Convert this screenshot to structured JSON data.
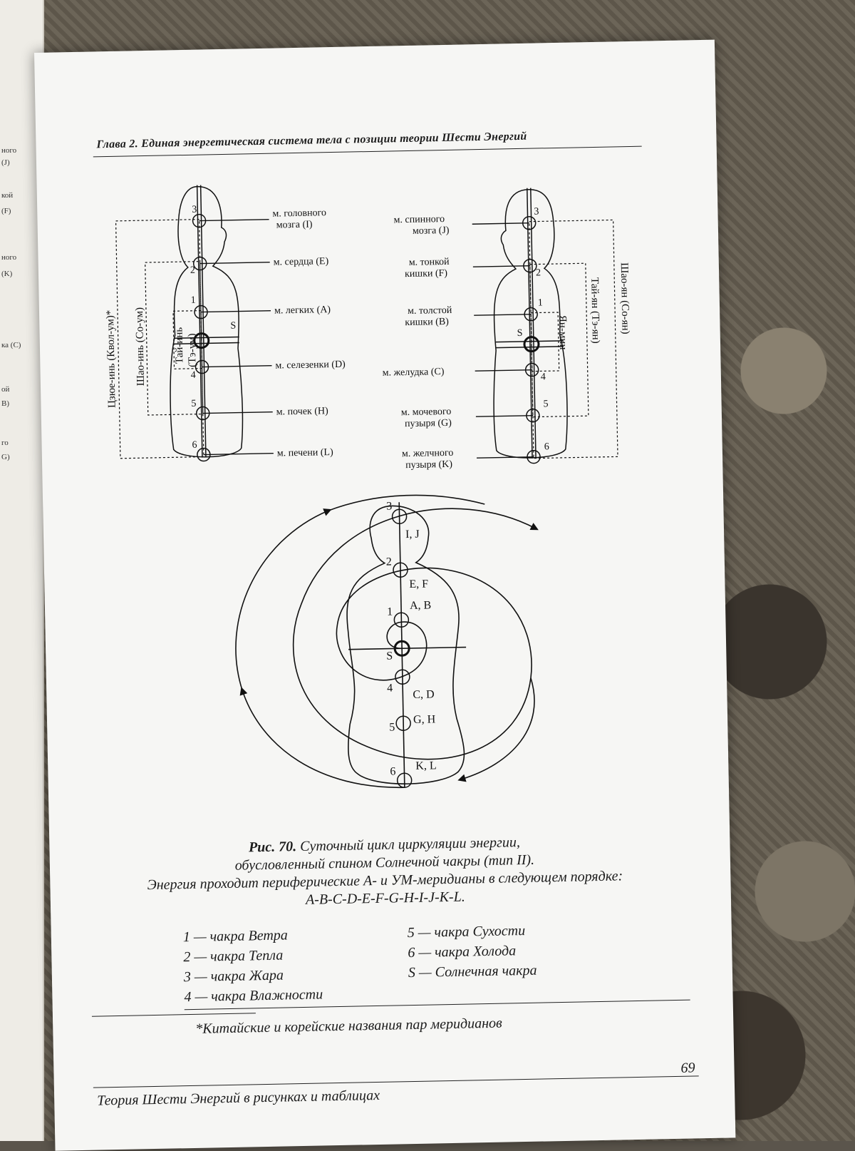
{
  "header": {
    "title": "Глава 2. Единая энергетическая система тела с позиции теории Шести Энергий"
  },
  "diagram": {
    "left_labels": [
      "м. головного",
      "мозга (I)",
      "м. сердца (E)",
      "м. легких (A)",
      "м. селезенки (D)",
      "м. почек (H)",
      "м. печени (L)"
    ],
    "left_vertical": [
      "Цзюе-инь (Квол-ум)*",
      "Шао-инь (Со-ум)",
      "Тай-инь",
      "(Тэ-ум)"
    ],
    "right_labels": [
      "м. спинного",
      "мозга (J)",
      "м. тонкой",
      "кишки (F)",
      "м. толстой",
      "кишки (B)",
      "м. желудка (C)",
      "м. мочевого",
      "пузыря (G)",
      "м. желчного",
      "пузыря (K)"
    ],
    "right_vertical": [
      "Шао-ян (Со-ян)",
      "Тай-ян (Тэ-ян)",
      "Ян-мин"
    ],
    "chakra_numbers": [
      "1",
      "2",
      "3",
      "4",
      "5",
      "6",
      "S"
    ],
    "spiral_labels": [
      "I, J",
      "E, F",
      "A, B",
      "C, D",
      "G, H",
      "K, L"
    ]
  },
  "caption": {
    "fig_no": "Рис. 70.",
    "line1": "Суточный цикл циркуляции энергии,",
    "line2": "обусловленный спином Солнечной чакры (тип II).",
    "line3": "Энергия проходит периферические А- и УМ-меридианы в следующем порядке:",
    "line4": "A-B-C-D-E-F-G-H-I-J-K-L."
  },
  "legend": {
    "left": [
      "1 — чакра Ветра",
      "2 — чакра Тепла",
      "3 — чакра Жара",
      "4 — чакра Влажности"
    ],
    "right": [
      "5 — чакра Сухости",
      "6 — чакра Холода",
      "S — Солнечная чакра"
    ]
  },
  "footnote": "*Китайские и корейские названия пар меридианов",
  "page_number": "69",
  "footer_title": "Теория Шести Энергий в рисунках и таблицах",
  "prev_page_fragments": [
    "ного",
    "(J)",
    "кой",
    "(F)",
    "ного",
    "(K)",
    "ка (С)",
    "ой",
    "В)",
    "го",
    "G)"
  ]
}
